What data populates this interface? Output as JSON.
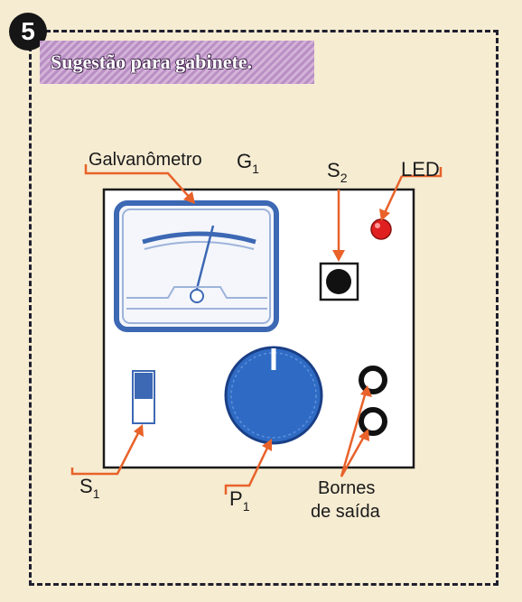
{
  "figure_number": "5",
  "title": "Sugestão para gabinete.",
  "labels": {
    "galvanometer": "Galvanômetro",
    "g_letter": "G",
    "g_sub": "1",
    "s2_letter": "S",
    "s2_sub": "2",
    "led": "LED",
    "s1_letter": "S",
    "s1_sub": "1",
    "p1_letter": "P",
    "p1_sub": "1",
    "terminals_line1": "Bornes",
    "terminals_line2": "de saída"
  },
  "colors": {
    "background": "#f6ecd2",
    "frame": "#1f1f2e",
    "meter_blue": "#3c68b4",
    "knob_blue": "#2f6bc4",
    "leader_orange": "#e8622a",
    "led_red": "#e02020"
  }
}
